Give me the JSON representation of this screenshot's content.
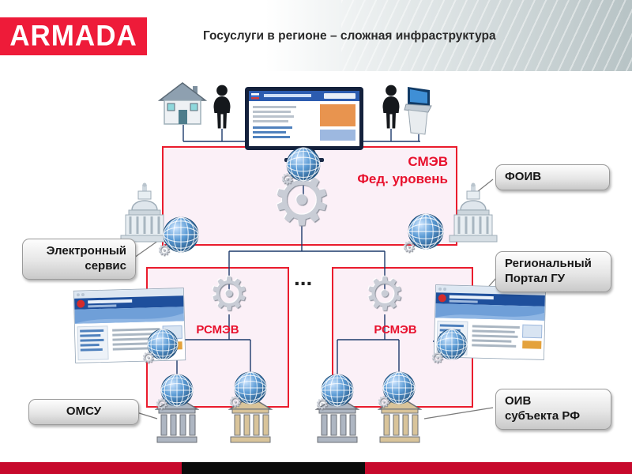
{
  "header": {
    "logo": "ARMADA",
    "title": "Госуслуги  в регионе – сложная инфраструктура"
  },
  "diagram": {
    "smev_label": "СМЭВ\nФед. уровень",
    "rsmev_left_label": "РСМЭВ",
    "rsmev_right_label": "РСМЭВ",
    "ellipsis": "...",
    "tags": {
      "electronic_service": "Электронный\nсервис",
      "foiv": "ФОИВ",
      "regional_portal": "Региональный\nПортал ГУ",
      "omsu": "ОМСУ",
      "oiv_subject": "ОИВ\nсубъекта РФ"
    },
    "icons": {
      "gear": "⚙"
    }
  },
  "colors": {
    "accent_red": "#e8112d",
    "armada_red": "#ee1b39",
    "footer_red": "#c7092c",
    "connector_navy": "#1d3a6b",
    "globe_blue": "#5b9bd5"
  }
}
